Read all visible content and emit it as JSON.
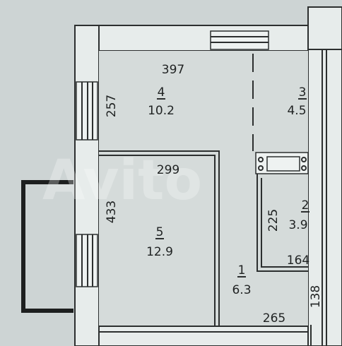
{
  "watermark": "Avito",
  "rooms": [
    {
      "number": "4",
      "area": "10.2"
    },
    {
      "number": "3",
      "area": "4.5"
    },
    {
      "number": "5",
      "area": "12.9"
    },
    {
      "number": "2",
      "area": "3.9"
    },
    {
      "number": "1",
      "area": "6.3"
    }
  ],
  "dimensions": {
    "room4_width": "397",
    "room4_depth": "257",
    "room5_width": "299",
    "room5_depth": "433",
    "room2_depth": "225",
    "room2_width": "164",
    "hall_width": "265",
    "hall_depth": "138"
  }
}
